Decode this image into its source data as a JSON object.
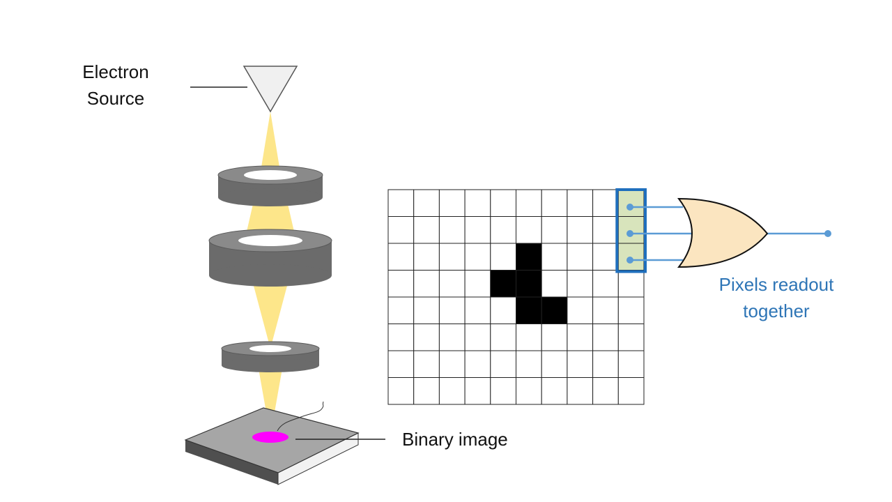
{
  "labels": {
    "electron_source_line1": "Electron",
    "electron_source_line2": "Source",
    "binary_image": "Binary image",
    "readout_line1": "Pixels readout",
    "readout_line2": "together"
  },
  "grid": {
    "rows": 8,
    "cols": 10,
    "filled_cells": [
      [
        2,
        5
      ],
      [
        3,
        4
      ],
      [
        3,
        5
      ],
      [
        4,
        5
      ],
      [
        4,
        6
      ]
    ],
    "highlight_column": 9,
    "highlight_rows": [
      0,
      1,
      2
    ]
  },
  "colors": {
    "beam": "#fde68a",
    "lens_side": "#6b6b6b",
    "lens_top": "#8a8a8a",
    "sample_top": "#a6a6a6",
    "sample_side_dark": "#4f4f4f",
    "sample_side_light": "#f2f2f2",
    "spot": "#ff00ff",
    "filled_pixel": "#000000",
    "highlight_fill": "#d8e4bc",
    "highlight_border": "#1f6fbd",
    "wire": "#5b9bd5",
    "gate_fill": "#fbe5c0",
    "readout_text": "#2e75b6"
  },
  "icons": {
    "source": "triangle-icon",
    "gate": "or-gate-icon"
  }
}
